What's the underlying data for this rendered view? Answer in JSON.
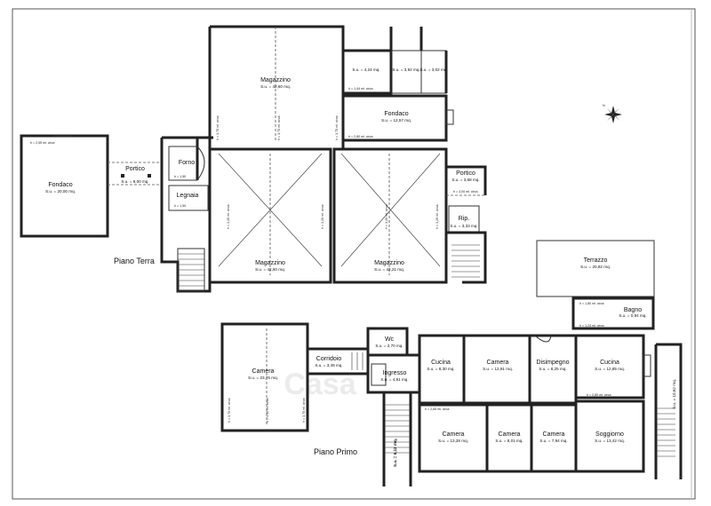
{
  "levels": {
    "ground": "Piano Terra",
    "first": "Piano Primo"
  },
  "watermark": "Casa",
  "rooms": {
    "fondaco_left": {
      "name": "Fondaco",
      "su": "S.u. = 20,00 mq.",
      "h": "h = 2,55 ml. circa"
    },
    "portico_left": {
      "name": "Portico",
      "su": "S.u. = 8,00 mq."
    },
    "forno": {
      "name": "Forno",
      "h": "h = 1,50"
    },
    "legnaia": {
      "name": "Legnaia",
      "h": "h = 1,50"
    },
    "magazzino_top": {
      "name": "Magazzino",
      "su": "S.u. = 42,60 mq.",
      "h1": "h = 3,75 ml. circa",
      "h2": "h = 3,75 ml. circa",
      "h3": "h = 3,75 ml. circa"
    },
    "small1": {
      "su": "S.u. = 4,24 mq.",
      "h": "h = 1,44 ml. circa"
    },
    "small2": {
      "su": "S.u. = 3,92 mq."
    },
    "small3": {
      "su": "S.u. = 3,02 mq."
    },
    "fondaco_right": {
      "name": "Fondaco",
      "su": "S.u. = 12,57 mq.",
      "h": "h = 2,80 ml. circa"
    },
    "magazzino_bl": {
      "name": "Magazzino",
      "su": "S.u. = 42,60 mq.",
      "h1": "h = 3,20 ml. circa",
      "h2": "h = 3,20 ml. circa"
    },
    "magazzino_br": {
      "name": "Magazzino",
      "su": "S.u. = 42,21 mq.",
      "h1": "h = 3,20 ml. circa",
      "h2": "h = 3,20 ml. circa"
    },
    "portico_right": {
      "name": "Portico",
      "su": "S.u. = 3,68 mq.",
      "h": "h = 3,00 ml. circa"
    },
    "rip": {
      "name": "Rip.",
      "su": "S.u. = 3,33 mq."
    },
    "terrazzo": {
      "name": "Terrazzo",
      "su": "S.u. = 20,82 mq."
    },
    "bagno": {
      "name": "Bagno",
      "su": "S.u. = 0,94 mq.",
      "h1": "h = 1,80 ml. circa",
      "h2": "h = 1,24 ml. circa"
    },
    "camera_left": {
      "name": "Camera",
      "su": "S.u. = 23,76 mq.",
      "h1": "h = 3,70 ml. circa",
      "h2": "h = 4,10 ml. circa",
      "h3": "h = 3,70 ml. circa"
    },
    "corridoio": {
      "name": "Corridoio",
      "su": "S.u. = 3,49 mq."
    },
    "wc": {
      "name": "Wc",
      "su": "S.u. = 2,70 mq."
    },
    "ingresso": {
      "name": "Ingresso",
      "su": "S.u. = 4,91 mq."
    },
    "cucina1": {
      "name": "Cucina",
      "su": "S.u. = 8,30 mq."
    },
    "camera_top": {
      "name": "Camera",
      "su": "S.u. = 12,91 mq."
    },
    "disimpegno": {
      "name": "Disimpegno",
      "su": "S.u. = 8,25 mq."
    },
    "cucina2": {
      "name": "Cucina",
      "su": "S.u. = 12,85 mq.",
      "h": "h = 2,80 ml. circa"
    },
    "camera_b1": {
      "name": "Camera",
      "su": "S.u. = 13,28 mq.",
      "h": "h = 2,65 ml. circa"
    },
    "camera_b2": {
      "name": "Camera",
      "su": "S.u. = 8,01 mq."
    },
    "camera_b3": {
      "name": "Camera",
      "su": "S.u. = 7,94 mq."
    },
    "soggiorno": {
      "name": "Soggiorno",
      "su": "S.u. = 13,42 mq."
    },
    "scala_left": {
      "su": "S.u. = 6,12 mq."
    },
    "scala_right": {
      "su": "S.u. = 10,62 mq."
    }
  }
}
